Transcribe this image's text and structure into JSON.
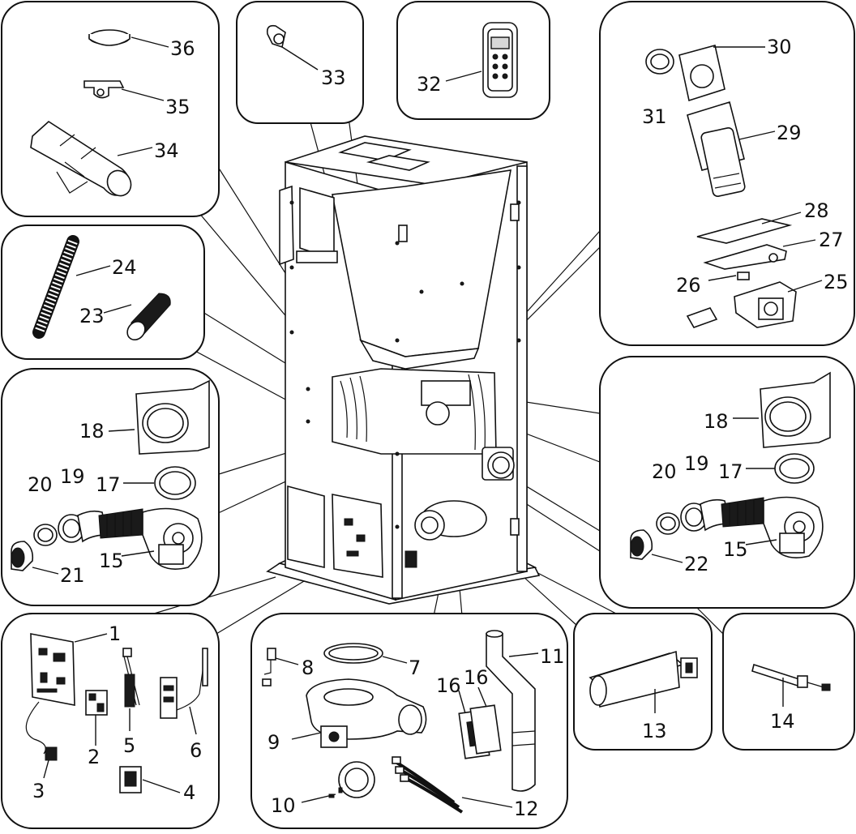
{
  "diagram": {
    "labels": [
      {
        "id": "1",
        "text": "1"
      },
      {
        "id": "2",
        "text": "2"
      },
      {
        "id": "3",
        "text": "3"
      },
      {
        "id": "4",
        "text": "4"
      },
      {
        "id": "5",
        "text": "5"
      },
      {
        "id": "6",
        "text": "6"
      },
      {
        "id": "7",
        "text": "7"
      },
      {
        "id": "8",
        "text": "8"
      },
      {
        "id": "9",
        "text": "9"
      },
      {
        "id": "10",
        "text": "10"
      },
      {
        "id": "11",
        "text": "11"
      },
      {
        "id": "12",
        "text": "12"
      },
      {
        "id": "13",
        "text": "13"
      },
      {
        "id": "14",
        "text": "14"
      },
      {
        "id": "15a",
        "text": "15"
      },
      {
        "id": "15b",
        "text": "15"
      },
      {
        "id": "16a",
        "text": "16"
      },
      {
        "id": "16b",
        "text": "16"
      },
      {
        "id": "17a",
        "text": "17"
      },
      {
        "id": "17b",
        "text": "17"
      },
      {
        "id": "18a",
        "text": "18"
      },
      {
        "id": "18b",
        "text": "18"
      },
      {
        "id": "19a",
        "text": "19"
      },
      {
        "id": "19b",
        "text": "19"
      },
      {
        "id": "20a",
        "text": "20"
      },
      {
        "id": "20b",
        "text": "20"
      },
      {
        "id": "21",
        "text": "21"
      },
      {
        "id": "22",
        "text": "22"
      },
      {
        "id": "23",
        "text": "23"
      },
      {
        "id": "24",
        "text": "24"
      },
      {
        "id": "25",
        "text": "25"
      },
      {
        "id": "26",
        "text": "26"
      },
      {
        "id": "27",
        "text": "27"
      },
      {
        "id": "28",
        "text": "28"
      },
      {
        "id": "29",
        "text": "29"
      },
      {
        "id": "30",
        "text": "30"
      },
      {
        "id": "31",
        "text": "31"
      },
      {
        "id": "32",
        "text": "32"
      },
      {
        "id": "33",
        "text": "33"
      },
      {
        "id": "34",
        "text": "34"
      },
      {
        "id": "35",
        "text": "35"
      },
      {
        "id": "36",
        "text": "36"
      }
    ]
  }
}
